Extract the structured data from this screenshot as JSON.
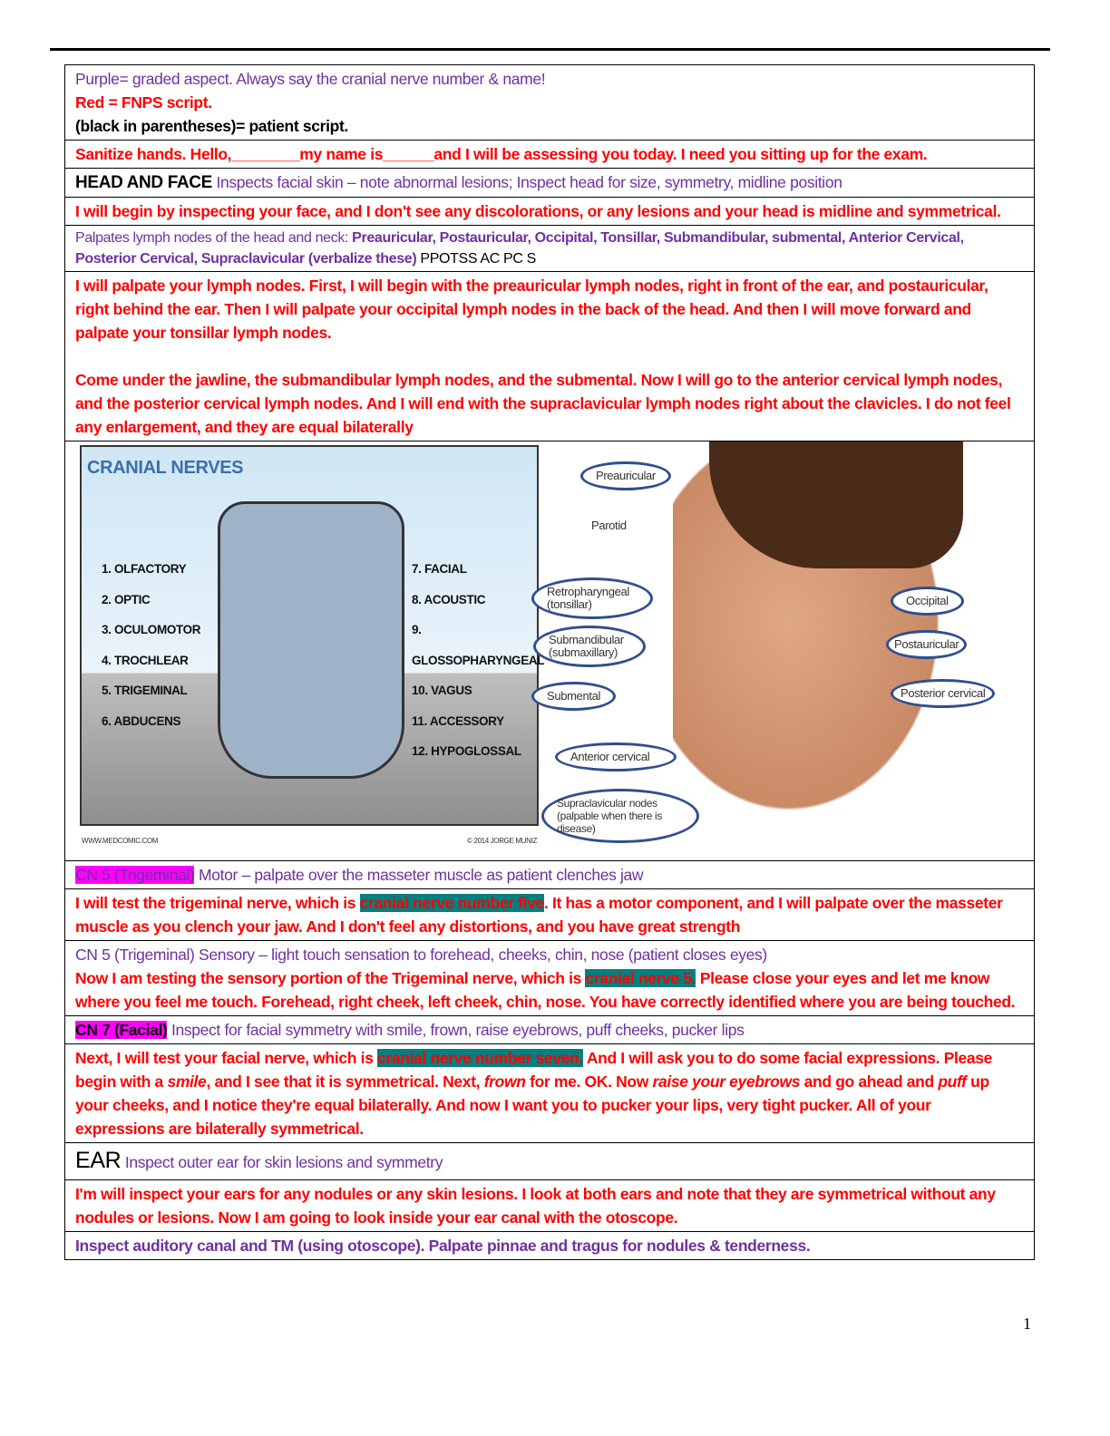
{
  "legend": {
    "purple": "Purple= graded aspect. Always say the cranial nerve number & name!",
    "red": "Red = FNPS script.",
    "black": "(black in parentheses)= patient script."
  },
  "intro": "Sanitize hands. Hello,________my name is______and I will be assessing you today. I need you sitting up for the exam.",
  "head_face": {
    "heading": "HEAD AND FACE",
    "text": "Inspects facial skin – note abnormal lesions; Inspect head for size, symmetry, midline position"
  },
  "head_script": " I will begin by inspecting your face, and I don't see any discolorations, or any lesions and your head is midline and symmetrical.",
  "lymph": {
    "text": "Palpates lymph nodes of the head and neck: ",
    "bold": "Preauricular, Postauricular, Occipital, Tonsillar, Submandibular, submental, Anterior Cervical, Posterior Cervical, Supraclavicular (verbalize these)",
    "mnemonic": " PPOTSS AC PC S"
  },
  "lymph_script_1": "I will palpate your lymph nodes. First, I will begin with the preauricular lymph nodes, right in front of the ear, and postauricular, right behind the ear. Then I will palpate your occipital lymph nodes in the back of the head. And then I will move forward and palpate your tonsillar lymph nodes.",
  "lymph_script_2": "Come under the jawline, the submandibular lymph nodes, and the submental. Now I will go to the anterior cervical lymph nodes, and the posterior cervical lymph nodes. And I will end with the supraclavicular lymph nodes right about the clavicles. I do not feel any enlargement, and they are equal bilaterally",
  "cranial_image": {
    "title": "CRANIAL NERVES",
    "left": [
      "1. OLFACTORY",
      "2. OPTIC",
      "3. OCULOMOTOR",
      "4. TROCHLEAR",
      "5. TRIGEMINAL",
      "6. ABDUCENS"
    ],
    "right": [
      "7. FACIAL",
      "8. ACOUSTIC",
      "9. GLOSSOPHARYNGEAL",
      "10. VAGUS",
      "11. ACCESSORY",
      "12. HYPOGLOSSAL"
    ],
    "site": "WWW.MEDCOMIC.COM",
    "copyright": "© 2014 JORGE MUNIZ"
  },
  "neck_image": {
    "labels": {
      "preauricular": "Preauricular",
      "parotid": "Parotid",
      "retro": "Retropharyngeal (tonsillar)",
      "submandibular": "Submandibular (submaxillary)",
      "submental": "Submental",
      "anterior": "Anterior cervical",
      "supra": "Supraclavicular nodes (palpable when there is disease)",
      "occipital": "Occipital",
      "postauricular": "Postauricular",
      "posterior": "Posterior cervical"
    }
  },
  "cn5_motor": {
    "tag": "CN 5 (Trigeminal)",
    "text": " Motor – palpate over the masseter muscle as patient clenches jaw"
  },
  "cn5_motor_script": {
    "a": "I will test the trigeminal nerve, which is ",
    "hl": "cranial nerve number five",
    "b": ". It has a motor component, and I will palpate over the masseter muscle as you clench your jaw. And I don't feel any distortions, and you have great strength"
  },
  "cn5_sensory": {
    "text": "CN 5 (Trigeminal) Sensory – light touch sensation to forehead, cheeks, chin, nose (patient closes eyes)",
    "a": "Now I am testing the sensory portion of the Trigeminal nerve, which is ",
    "hl": "cranial nerve 5.",
    "b": " Please close your eyes and let me know where you feel me touch. Forehead, right cheek, left cheek, chin, nose. You have correctly identified where you are being touched."
  },
  "cn7": {
    "tag": "CN 7 (Facial)",
    "text": " Inspect for facial symmetry with smile, frown, raise eyebrows, puff cheeks, pucker lips"
  },
  "cn7_script": {
    "a": "Next, I will test your facial nerve, which is ",
    "hl": "cranial nerve number seven.",
    "b": " And I will ask you to do some facial expressions. Please begin with a ",
    "smile": "smile",
    "c": ", and I see that it is symmetrical. Next, ",
    "frown": "frown",
    "d": " for me. OK. Now ",
    "raise": "raise your eyebrows",
    "e": " and go ahead and ",
    "puff": "puff",
    "f": " up your cheeks, and I notice they're equal bilaterally. And now I want you to pucker your lips, very tight pucker. All of your expressions are bilaterally symmetrical."
  },
  "ear": {
    "heading": "EAR",
    "text": " Inspect outer ear for skin lesions and symmetry"
  },
  "ear_script": "I'm will inspect your ears for any nodules or any skin lesions. I look at both ears and note that they are symmetrical without any nodules or lesions. Now I am going to look inside your ear canal with the otoscope.",
  "ear_canal": "Inspect auditory canal and TM (using otoscope). Palpate pinnae and tragus for nodules & tenderness.",
  "page_number": "1"
}
